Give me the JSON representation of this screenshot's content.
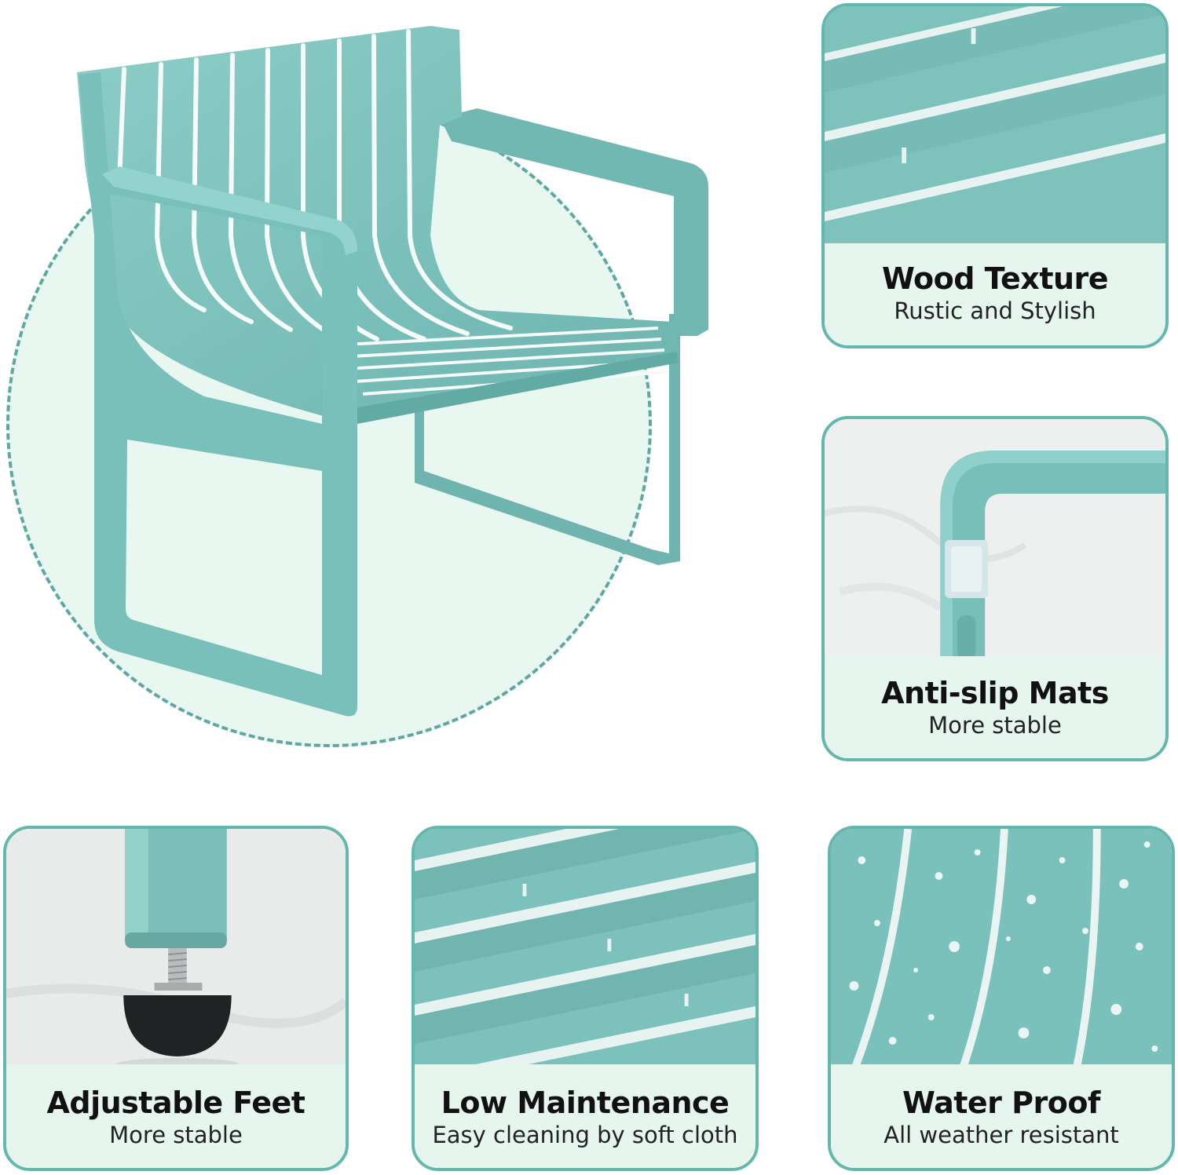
{
  "colors": {
    "accent_border": "#63b7ad",
    "caption_bg": "#e6f6ef",
    "chair": "#7cc3bd",
    "hero_circle_bg": "#e9f7f1",
    "hero_circle_dash": "#5fa8a2"
  },
  "hero": {
    "image": "teal-slatted-armchair"
  },
  "features": {
    "wood_texture": {
      "title": "Wood Texture",
      "subtitle": "Rustic and Stylish",
      "image": "wood-texture-slats-closeup"
    },
    "anti_slip": {
      "title": "Anti-slip Mats",
      "subtitle": "More stable",
      "image": "anti-slip-pad-closeup"
    },
    "adjustable_feet": {
      "title": "Adjustable Feet",
      "subtitle": "More stable",
      "image": "adjustable-foot-closeup"
    },
    "low_maintenance": {
      "title": "Low Maintenance",
      "subtitle": "Easy cleaning by soft cloth",
      "image": "seat-slats-closeup"
    },
    "water_proof": {
      "title": "Water Proof",
      "subtitle": "All weather resistant",
      "image": "water-droplets-closeup"
    }
  }
}
